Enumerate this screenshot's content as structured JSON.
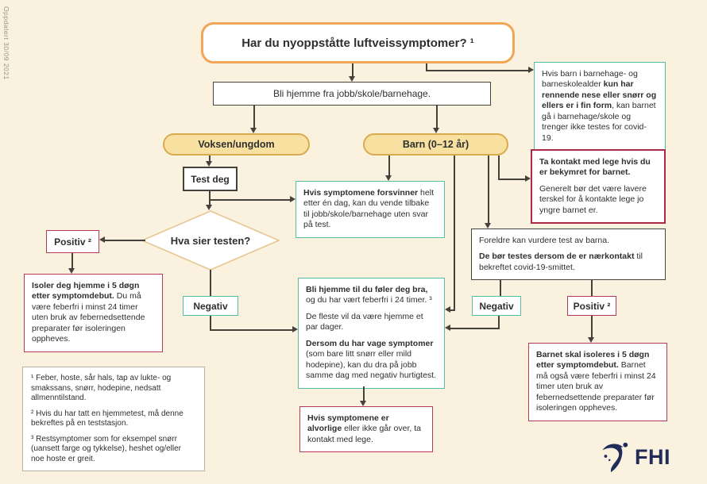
{
  "meta": {
    "updated": "Oppdatert 30/09 2021"
  },
  "colors": {
    "background": "#faf1df",
    "accent_orange": "#f0a656",
    "pill_yellow": "#f8e1a0",
    "pill_border": "#d9ab50",
    "green_border": "#52c0a0",
    "red_border": "#b53a55",
    "line_dark": "#45413b",
    "logo_navy": "#212d58"
  },
  "flow": {
    "title": "Har du nyoppståtte luftveissymptomer? ¹",
    "stay_home": "Bli hjemme fra jobb/skole/barnehage.",
    "adult": "Voksen/ungdom",
    "child": "Barn (0–12 år)",
    "test": "Test deg",
    "decision": "Hva sier testen?",
    "positive_left": "Positiv ²",
    "negative_left": "Negativ",
    "negative_right": "Negativ",
    "positive_right": "Positiv ²"
  },
  "boxes": {
    "kindergarten": {
      "pre": "Hvis barn i barnehage- og barneskolealder ",
      "bold": "kun har rennende nese eller snørr og ellers er i fin form",
      "post": ", kan barnet gå i barnehage/skole og trenger ikke testes for covid-19."
    },
    "contact_doctor": {
      "bold": "Ta kontakt med lege hvis du er bekymret for barnet.",
      "rest": "Generelt bør det være lavere terskel for å kontakte lege jo yngre barnet er."
    },
    "symptoms_disappear": {
      "bold": "Hvis symptomene forsvinner",
      "rest": " helt etter én dag, kan du vende tilbake til jobb/skole/barnehage uten svar på test."
    },
    "parents_test": {
      "line1": "Foreldre kan vurdere test av barna.",
      "bold": "De bør testes dersom de er nærkontakt",
      "rest": " til bekreftet covid-19-smittet."
    },
    "stay_home_until_well": {
      "p1_bold": "Bli hjemme til du føler deg bra,",
      "p1_rest": " og du har vært feberfri i 24 timer. ³",
      "p2": "De fleste vil da være hjemme et par dager.",
      "p3_bold": "Dersom du har vage symptomer",
      "p3_rest": " (som bare litt snørr eller mild hodepine), kan du dra på jobb samme dag med negativ hurtigtest."
    },
    "isolate_adult": {
      "bold": "Isoler deg hjemme i 5 døgn etter symptomdebut.",
      "rest": " Du må være feberfri i minst 24 timer uten bruk av febernedsettende preparater før isoleringen oppheves."
    },
    "severe_symptoms": {
      "bold": "Hvis symptomene er alvorlige",
      "rest": " eller ikke går over, ta kontakt med lege."
    },
    "isolate_child": {
      "bold": "Barnet skal isoleres i 5 døgn etter symptomdebut.",
      "rest": " Barnet må også være feberfri i minst 24 timer uten bruk av febernedsettende preparater før isoleringen oppheves."
    }
  },
  "footnotes": {
    "f1": "¹ Feber, hoste, sår hals, tap av lukte- og smakssans, snørr, hodepine, nedsatt allmenntilstand.",
    "f2": "² Hvis du har tatt en hjemmetest, må denne bekreftes på en teststasjon.",
    "f3": "³ Restsymptomer som for eksempel snørr (uansett farge og tykkelse), heshet og/eller noe hoste er greit."
  },
  "logo": {
    "text": "FHI"
  }
}
